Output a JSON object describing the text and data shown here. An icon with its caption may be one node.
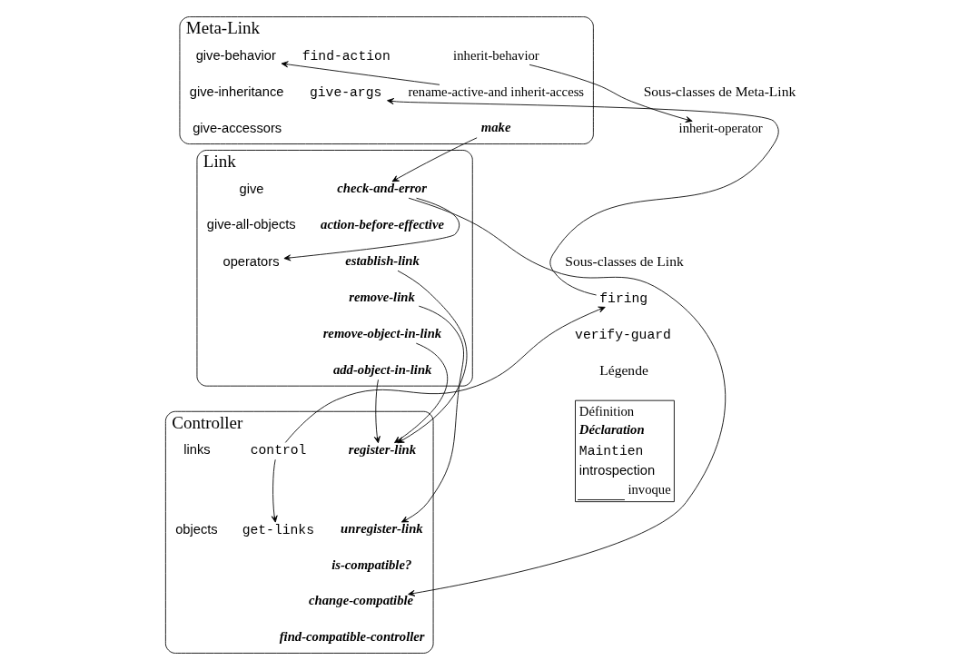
{
  "diagram": {
    "nodes": [
      {
        "text": [
          "Meta-Link"
        ]
      },
      {
        "text": [
          "inherit-behavior"
        ],
        "in": 0
      },
      {
        "text": [
          "rename-active-and inherit-access"
        ],
        "in": 0
      },
      {
        "text": [
          "make"
        ],
        "in": 0
      },
      {
        "text": [
          "find-action"
        ],
        "in": 0
      },
      {
        "text": [
          "give-args"
        ],
        "in": 0
      },
      {
        "text": [
          "give-behavior"
        ],
        "in": 0
      },
      {
        "text": [
          "give-inheritance"
        ],
        "in": 0
      },
      {
        "text": [
          "give-accessors"
        ],
        "in": 0
      },
      {
        "text": [
          "inherit-operator"
        ]
      },
      {
        "text": [
          "Link"
        ]
      },
      {
        "text": [
          "check-and-error"
        ],
        "in": 10
      },
      {
        "text": [
          "action-before-effective"
        ],
        "in": 10
      },
      {
        "text": [
          "establish-link"
        ],
        "in": 10
      },
      {
        "text": [
          "remove-link"
        ],
        "in": 10
      },
      {
        "text": [
          "remove-object-in-link"
        ],
        "in": 10
      },
      {
        "text": [
          "add-object-in-link"
        ],
        "in": 10
      },
      {
        "text": [
          "give"
        ],
        "in": 10
      },
      {
        "text": [
          "give-all-objects"
        ],
        "in": 10
      },
      {
        "text": [
          "operators"
        ],
        "in": 10
      },
      {
        "text": [
          "Controller"
        ]
      },
      {
        "text": [
          "register-link"
        ],
        "in": 20
      },
      {
        "text": [
          "unregister-link"
        ],
        "in": 20
      },
      {
        "text": [
          "is-compatible?"
        ],
        "in": 20
      },
      {
        "text": [
          "change-compatible"
        ],
        "in": 20
      },
      {
        "text": [
          "find-compatible-controller"
        ],
        "in": 20
      },
      {
        "text": [
          "control"
        ],
        "in": 20
      },
      {
        "text": [
          "get-links"
        ],
        "in": 20
      },
      {
        "text": [
          "links"
        ],
        "in": 20
      },
      {
        "text": [
          "objects"
        ],
        "in": 20
      },
      {
        "text": [
          "firing"
        ]
      },
      {
        "text": [
          "verify-guard"
        ]
      }
    ],
    "edges": [
      {
        "from": 2,
        "to": 6,
        "arrow": "to"
      },
      {
        "from": 1,
        "to": 9,
        "arrow": "to"
      },
      {
        "from": 3,
        "to": 11,
        "arrow": "to"
      },
      {
        "from": 11,
        "to": 19,
        "arrow": "to"
      },
      {
        "from": 11,
        "to": 24,
        "arrow": "to"
      },
      {
        "from": 13,
        "to": 21,
        "arrow": "to"
      },
      {
        "from": 16,
        "to": 21,
        "arrow": "to"
      },
      {
        "from": 15,
        "to": 21,
        "arrow": "to"
      },
      {
        "from": 14,
        "to": 22,
        "arrow": "to"
      },
      {
        "from": 26,
        "to": 30,
        "arrow": "to"
      },
      {
        "from": 26,
        "to": 27,
        "arrow": "to"
      },
      {
        "from": 30,
        "to": 5,
        "arrow": "to"
      }
    ],
    "labels": [
      "Sous-classes de Meta-Link",
      "Sous-classes de Link",
      "Légende"
    ],
    "legend": [
      {
        "text": "Définition"
      },
      {
        "text": "Déclaration"
      },
      {
        "text": "Maintien"
      },
      {
        "text": "introspection"
      },
      {
        "text": "invoque"
      }
    ]
  }
}
